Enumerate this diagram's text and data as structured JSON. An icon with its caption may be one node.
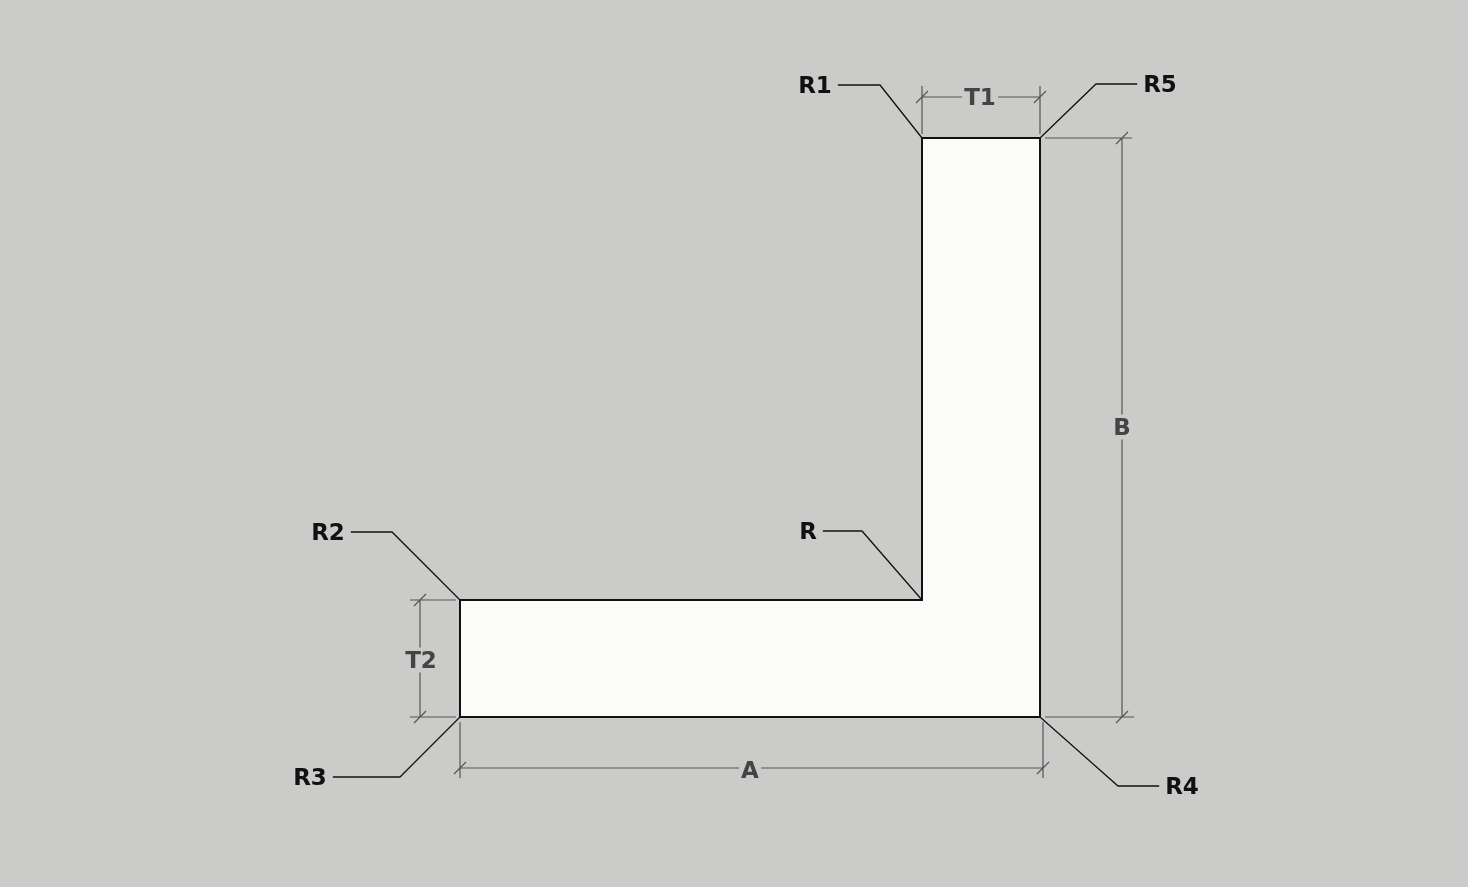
{
  "diagram": {
    "nodes": [
      {
        "text": [
          "R1"
        ]
      },
      {
        "text": [
          "R5"
        ]
      },
      {
        "text": [
          "R2"
        ]
      },
      {
        "text": [
          "R"
        ]
      },
      {
        "text": [
          "R3"
        ]
      },
      {
        "text": [
          "R4"
        ]
      },
      {
        "text": [],
        "shape": "polygon"
      }
    ],
    "edges": [
      {
        "from": 0,
        "to": 6,
        "arrow": "none"
      },
      {
        "from": 1,
        "to": 6,
        "arrow": "none"
      },
      {
        "from": 2,
        "to": 6,
        "arrow": "none"
      },
      {
        "from": 3,
        "to": 6,
        "arrow": "none"
      },
      {
        "from": 4,
        "to": 6,
        "arrow": "none"
      },
      {
        "from": 5,
        "to": 6,
        "arrow": "none"
      }
    ],
    "labels": [
      "T1",
      "B",
      "T2",
      "A"
    ]
  }
}
